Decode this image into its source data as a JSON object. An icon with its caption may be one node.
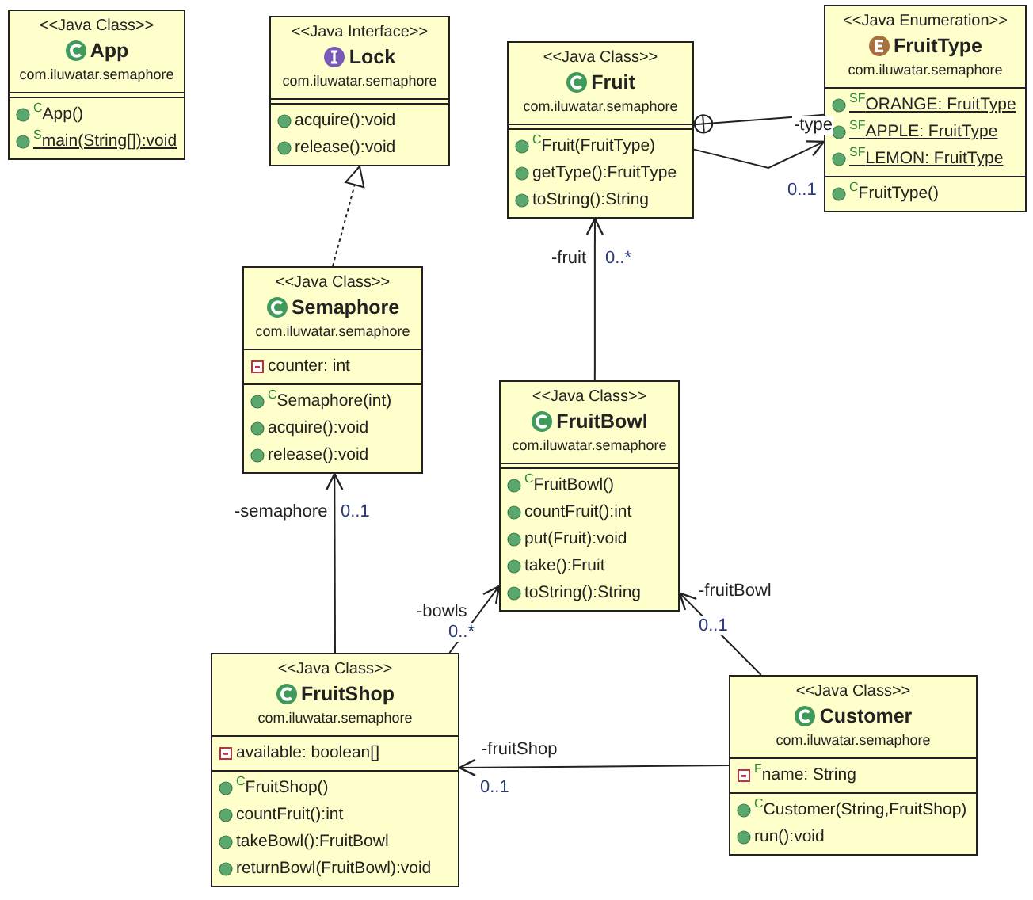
{
  "diagram": {
    "nodes": [
      {
        "text": [
          "<<Java Class>>",
          "App",
          "com.iluwatar.semaphore",
          "$^{C}$App()",
          "$^{S}$main(String[]):void"
        ]
      },
      {
        "text": [
          "<<Java Interface>>",
          "Lock",
          "com.iluwatar.semaphore",
          "acquire():void",
          "release():void"
        ]
      },
      {
        "text": [
          "<<Java Class>>",
          "Fruit",
          "com.iluwatar.semaphore",
          "$^{C}$Fruit(FruitType)",
          "getType():FruitType",
          "toString():String"
        ]
      },
      {
        "text": [
          "<<Java Enumeration>>",
          "FruitType",
          "com.iluwatar.semaphore",
          "$^{SF}$ORANGE: FruitType",
          "$^{SF}$APPLE: FruitType",
          "$^{SF}$LEMON: FruitType",
          "$^{C}$FruitType()"
        ]
      },
      {
        "text": [
          "<<Java Class>>",
          "Semaphore",
          "com.iluwatar.semaphore",
          "counter: int",
          "$^{C}$Semaphore(int)",
          "acquire():void",
          "release():void"
        ]
      },
      {
        "text": [
          "<<Java Class>>",
          "FruitBowl",
          "com.iluwatar.semaphore",
          "$^{C}$FruitBowl()",
          "countFruit():int",
          "put(Fruit):void",
          "take():Fruit",
          "toString():String"
        ]
      },
      {
        "text": [
          "<<Java Class>>",
          "FruitShop",
          "com.iluwatar.semaphore",
          "available: boolean[]",
          "$^{C}$FruitShop()",
          "countFruit():int",
          "takeBowl():FruitBowl",
          "returnBowl(FruitBowl):void"
        ]
      },
      {
        "text": [
          "<<Java Class>>",
          "Customer",
          "com.iluwatar.semaphore",
          "$^{F}$name: String",
          "$^{C}$Customer(String,FruitShop)",
          "run():void"
        ]
      }
    ],
    "edges": [
      {
        "from": 4,
        "to": 1,
        "arrow": "to",
        "style": "dashed"
      },
      {
        "from": 3,
        "to": 2,
        "arrow": "other"
      },
      {
        "from": 2,
        "to": 3,
        "arrow": "to",
        "label": "-type"
      },
      {
        "from": 5,
        "to": 2,
        "arrow": "to",
        "label": "-fruit"
      },
      {
        "from": 6,
        "to": 4,
        "arrow": "to",
        "label": "-semaphore"
      },
      {
        "from": 6,
        "to": 5,
        "arrow": "to",
        "label": "-bowls"
      },
      {
        "from": 7,
        "to": 5,
        "arrow": "to",
        "label": "-fruitBowl"
      },
      {
        "from": 7,
        "to": 6,
        "arrow": "to",
        "label": "-fruitShop"
      }
    ],
    "labels": [
      "0..1",
      "0..*",
      "0..1",
      "0..*",
      "0..1",
      "0..1"
    ]
  }
}
